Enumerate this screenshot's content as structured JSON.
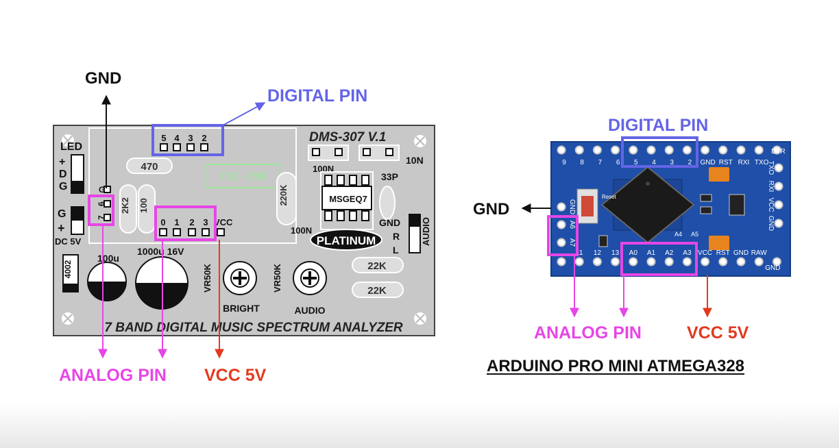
{
  "colors": {
    "digital": "#6464e6",
    "analog": "#e646e6",
    "vcc": "#e23a1e",
    "gnd": "#111111",
    "pcb_bg": "#c8c8c8",
    "pcb_silk": "#ffffff",
    "board_blue": "#1f4fa8",
    "accent_orange": "#e8841e"
  },
  "annotations": {
    "left": {
      "gnd": "GND",
      "digital_pin": "DIGITAL PIN",
      "analog_pin": "ANALOG PIN",
      "vcc": "VCC 5V"
    },
    "right": {
      "gnd": "GND",
      "digital_pin": "DIGITAL PIN",
      "analog_pin": "ANALOG PIN",
      "vcc": "VCC 5V"
    }
  },
  "pcb": {
    "model": "DMS-307 V.1",
    "mirror_text": "DMS-307",
    "footer": "7 BAND DIGITAL MUSIC SPECTRUM ANALYZER",
    "ic_label": "MSGEQ7",
    "brand": "PLATINUM",
    "digital_header": [
      "5",
      "4",
      "3",
      "2"
    ],
    "power_header": [
      "0",
      "1",
      "2",
      "3"
    ],
    "power_header_suffix": "VCC",
    "analog_header": [
      "6",
      "7"
    ],
    "analog_gnd": "G",
    "led_label": "LED",
    "led_pins": [
      "+",
      "D",
      "G"
    ],
    "dc_pins": [
      "G",
      "+"
    ],
    "dc_label": "DC 5V",
    "r470": "470",
    "r2k2": "2K2",
    "r100": "100",
    "r220k": "220K",
    "c100n_top": "100N",
    "c100n_bottom": "100N",
    "c10n": "10N",
    "c33p": "33P",
    "gnd_label": "GND",
    "rl": [
      "R",
      "L"
    ],
    "audio_jack": "AUDIO",
    "diode": "4002",
    "cap1": "100u",
    "cap2": "1000u 16V",
    "vr1_label": "VR50K",
    "vr1_name": "BRIGHT",
    "vr2_label": "VR50K",
    "vr2_name": "AUDIO",
    "r22k_1": "22K",
    "r22k_2": "22K"
  },
  "arduino": {
    "caption": "ARDUINO PRO MINI ATMEGA328",
    "top_row": [
      "9",
      "8",
      "7",
      "6",
      "5",
      "4",
      "3",
      "2",
      "GND",
      "RST",
      "RXI",
      "TXO"
    ],
    "top_right": "DTR",
    "right_col": [
      "TXO",
      "RXI",
      "VCC",
      "GND"
    ],
    "bottom_row": [
      "11",
      "12",
      "13",
      "A0",
      "A1",
      "A2",
      "A3",
      "VCC",
      "RST",
      "GND",
      "RAW"
    ],
    "bottom_right": "GND",
    "left_col": [
      "GND",
      "A6",
      "A7"
    ],
    "a4": "A4",
    "a5": "A5",
    "reset_label": "Reset"
  }
}
